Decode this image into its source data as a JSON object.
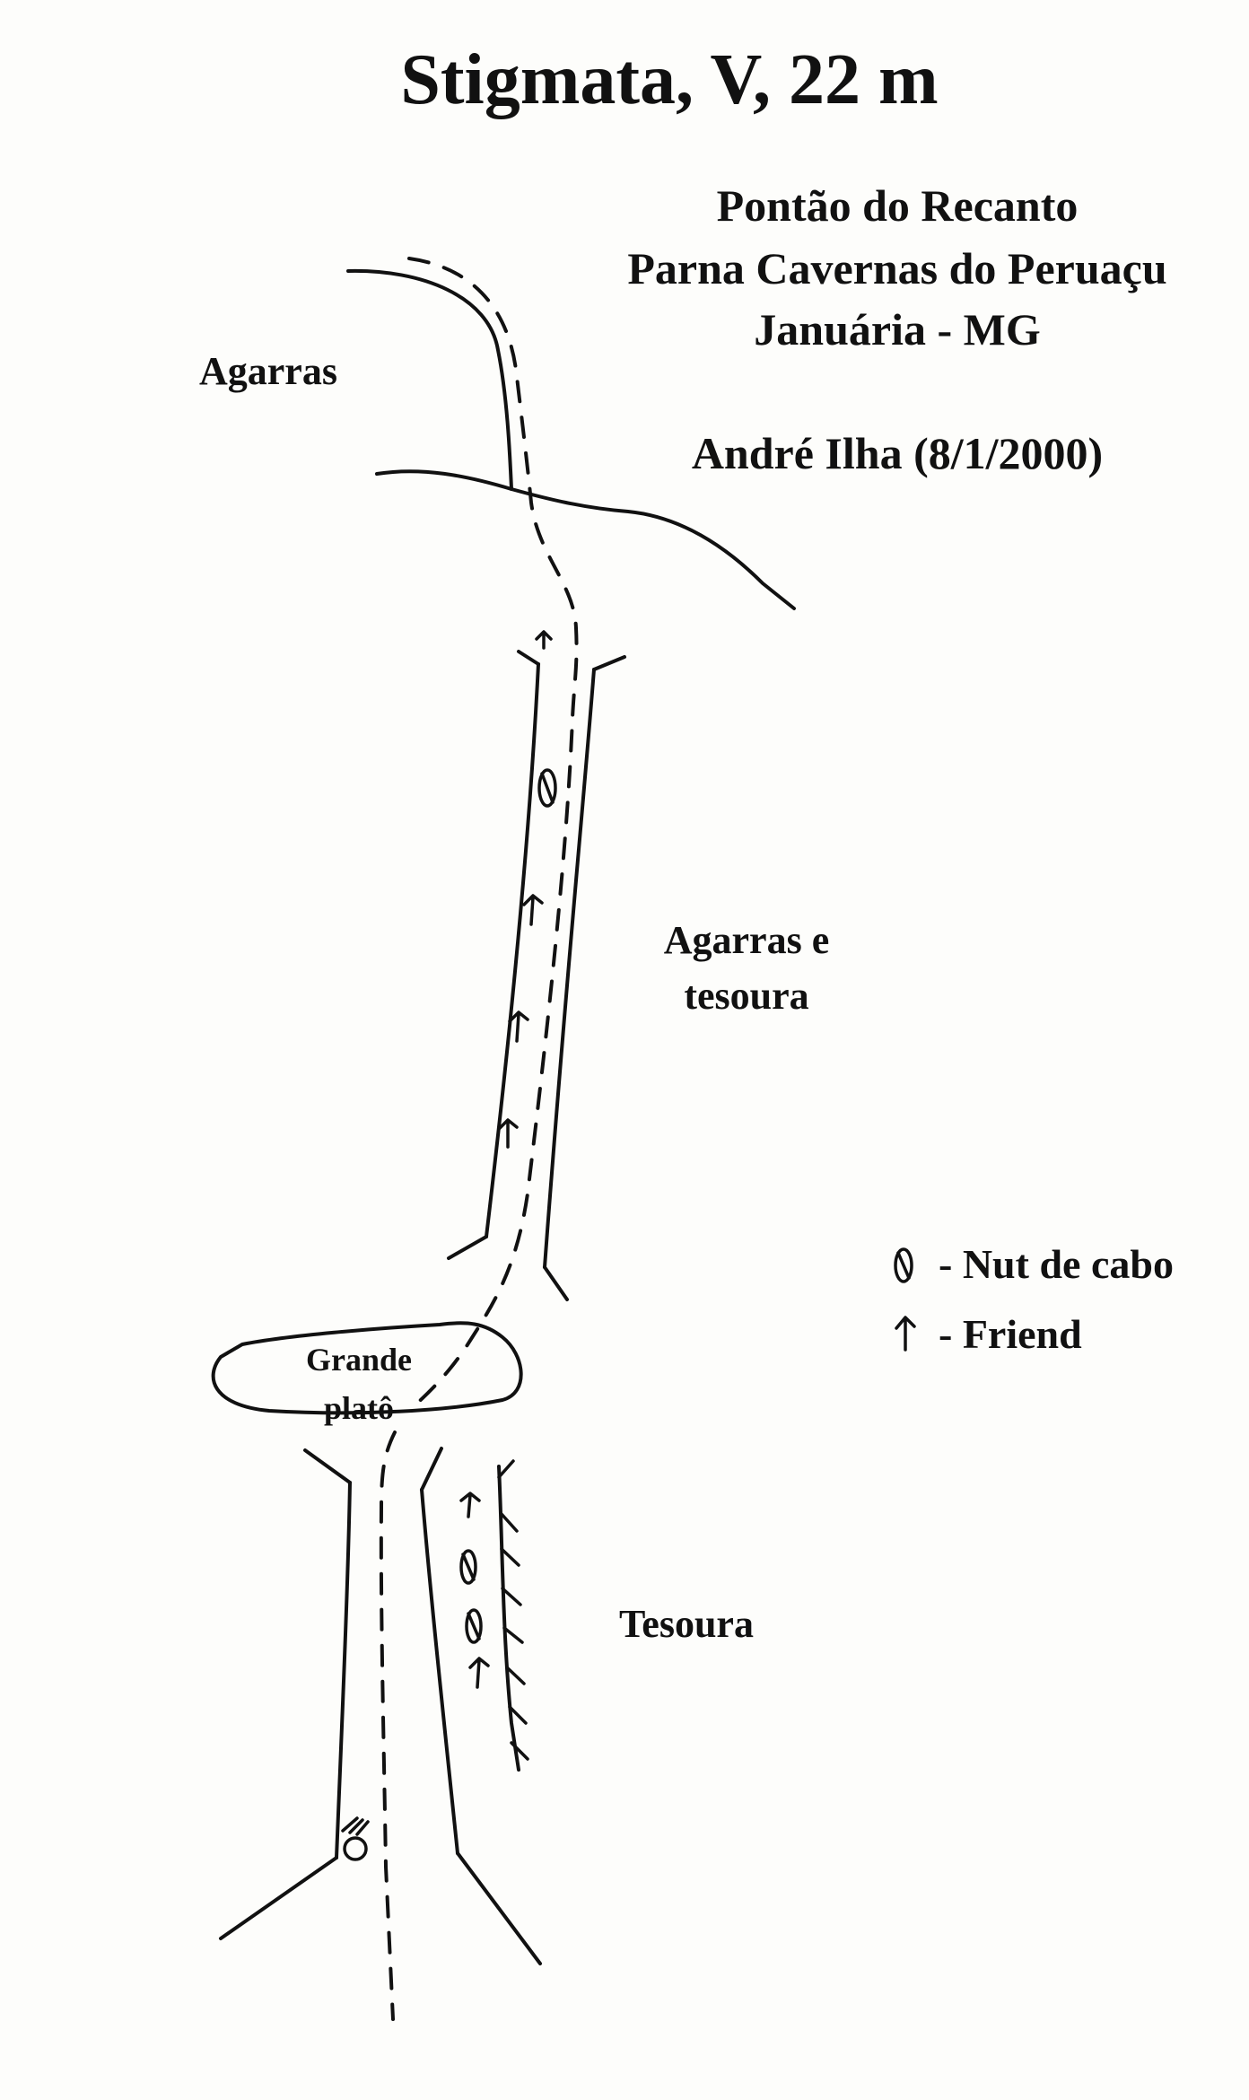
{
  "title": "Stigmata, V, 22 m",
  "location": {
    "line1": "Pontão do Recanto",
    "line2": "Parna Cavernas do Peruaçu",
    "line3": "Januária - MG"
  },
  "author": "André Ilha (8/1/2000)",
  "sections": {
    "top": "Agarras",
    "middle_line1": "Agarras e",
    "middle_line2": "tesoura",
    "bottom": "Tesoura"
  },
  "plateau": {
    "line1": "Grande",
    "line2": "platô"
  },
  "legend": {
    "nut": "- Nut de cabo",
    "friend": "- Friend",
    "nut_icon": "nut-icon",
    "friend_icon": "friend-icon"
  }
}
